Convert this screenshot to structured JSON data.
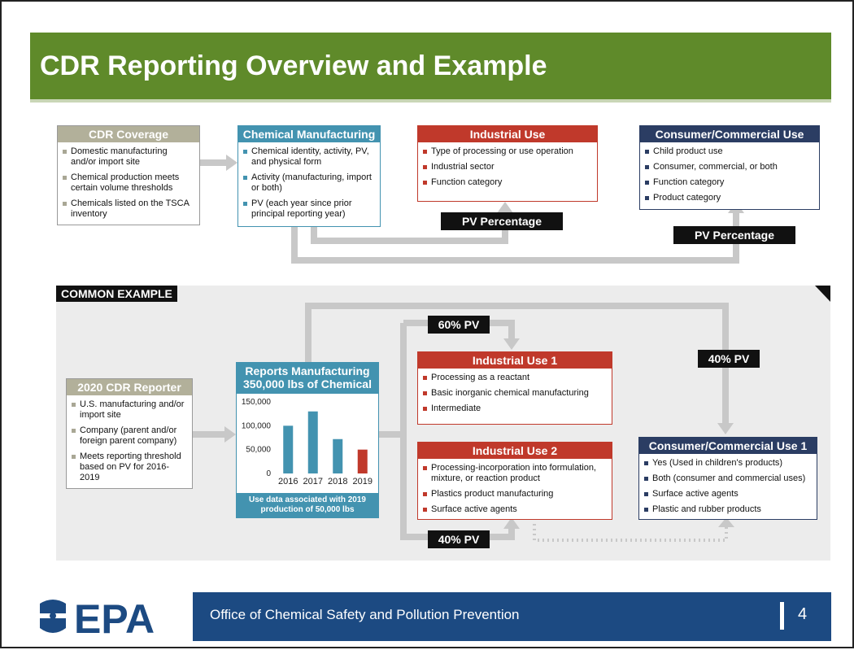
{
  "title": "CDR Reporting Overview and Example",
  "top": {
    "coverage": {
      "title": "CDR Coverage",
      "items": [
        "Domestic manufacturing and/or import site",
        "Chemical production meets certain volume thresholds",
        "Chemicals listed on the TSCA inventory"
      ]
    },
    "manufacturing": {
      "title": "Chemical Manufacturing",
      "items": [
        "Chemical identity, activity, PV, and physical form",
        "Activity (manufacturing, import or both)",
        "PV (each year since prior principal reporting year)"
      ]
    },
    "industrial": {
      "title": "Industrial Use",
      "items": [
        "Type of processing or use operation",
        "Industrial sector",
        "Function category"
      ]
    },
    "consumer": {
      "title": "Consumer/Commercial Use",
      "items": [
        "Child product use",
        "Consumer, commercial, or both",
        "Function category",
        "Product category"
      ]
    },
    "pv_label_1": "PV Percentage",
    "pv_label_2": "PV Percentage"
  },
  "example": {
    "tag": "COMMON EXAMPLE",
    "reporter": {
      "title": "2020 CDR Reporter",
      "items": [
        "U.S. manufacturing and/or import site",
        "Company (parent and/or foreign parent company)",
        "Meets reporting threshold based on PV for 2016-2019"
      ]
    },
    "reports": {
      "title_line1": "Reports Manufacturing",
      "title_line2": "350,000 lbs of Chemical",
      "footer": "Use data associated with 2019 production of 50,000 lbs"
    },
    "industrial1": {
      "title": "Industrial Use 1",
      "items": [
        "Processing as a reactant",
        "Basic inorganic chemical manufacturing",
        "Intermediate"
      ]
    },
    "industrial2": {
      "title": "Industrial Use 2",
      "items": [
        "Processing-incorporation into formulation, mixture, or reaction product",
        "Plastics product manufacturing",
        "Surface active agents"
      ]
    },
    "consumer1": {
      "title": "Consumer/Commercial Use 1",
      "items": [
        "Yes (Used in children's products)",
        "Both (consumer and commercial uses)",
        "Surface active agents",
        "Plastic and rubber products"
      ]
    },
    "pv60": "60% PV",
    "pv40a": "40% PV",
    "pv40b": "40% PV"
  },
  "chart_data": {
    "type": "bar",
    "categories": [
      "2016",
      "2017",
      "2018",
      "2019"
    ],
    "values": [
      100000,
      130000,
      72000,
      50000
    ],
    "colors": [
      "#4393b0",
      "#4393b0",
      "#4393b0",
      "#c0392b"
    ],
    "yticks": [
      "150,000",
      "100,000",
      "50,000",
      "0"
    ],
    "ylim": [
      0,
      150000
    ]
  },
  "footer": {
    "text": "Office of Chemical Safety and Pollution Prevention",
    "page": "4",
    "logo": "EPA"
  }
}
